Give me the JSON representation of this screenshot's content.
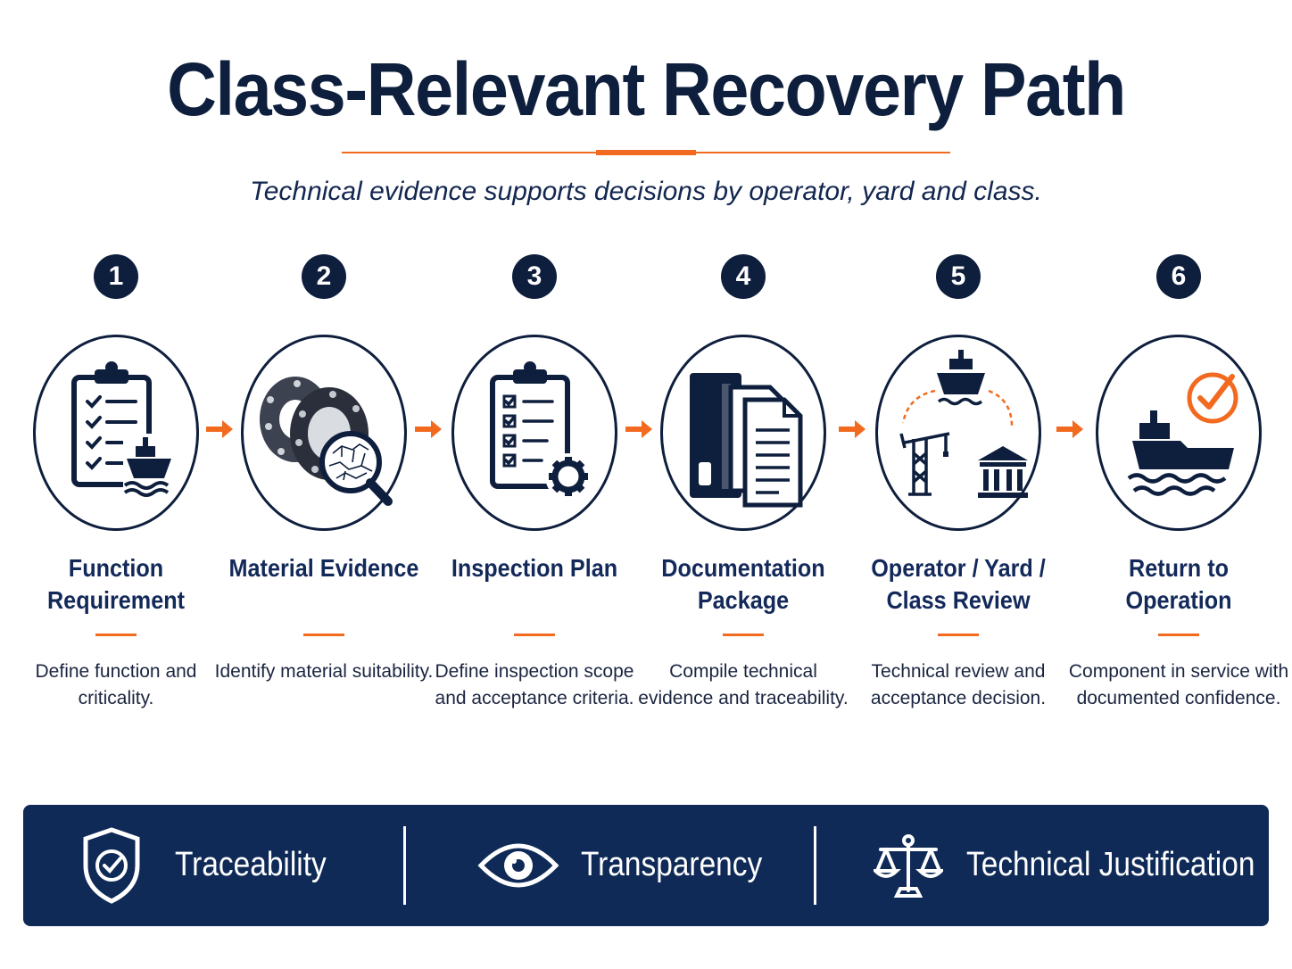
{
  "title": "Class-Relevant Recovery Path",
  "subtitle": "Technical evidence supports decisions by operator, yard and class.",
  "colors": {
    "navy": "#0e1e3d",
    "accent": "#f26a1f",
    "banner": "#0f2a57"
  },
  "steps": [
    {
      "number": "1",
      "title": "Function Requirement",
      "description": "Define function and criticality.",
      "icon": "clipboard-checklist-ship-icon"
    },
    {
      "number": "2",
      "title": "Material Evidence",
      "description": "Identify material suitability.",
      "icon": "flange-magnifier-icon"
    },
    {
      "number": "3",
      "title": "Inspection Plan",
      "description": "Define inspection scope and acceptance criteria.",
      "icon": "clipboard-checklist-gear-icon"
    },
    {
      "number": "4",
      "title": "Documentation Package",
      "description": "Compile technical evidence and traceability.",
      "icon": "binder-documents-icon"
    },
    {
      "number": "5",
      "title": "Operator / Yard / Class Review",
      "description": "Technical review and acceptance decision.",
      "icon": "ship-crane-institution-icon"
    },
    {
      "number": "6",
      "title": "Return to Operation",
      "description": "Component in service with documented confidence.",
      "icon": "ship-checkmark-icon"
    }
  ],
  "banner": [
    {
      "label": "Traceability",
      "icon": "shield-check-icon"
    },
    {
      "label": "Transparency",
      "icon": "eye-icon"
    },
    {
      "label": "Technical Justification",
      "icon": "scales-icon"
    }
  ]
}
